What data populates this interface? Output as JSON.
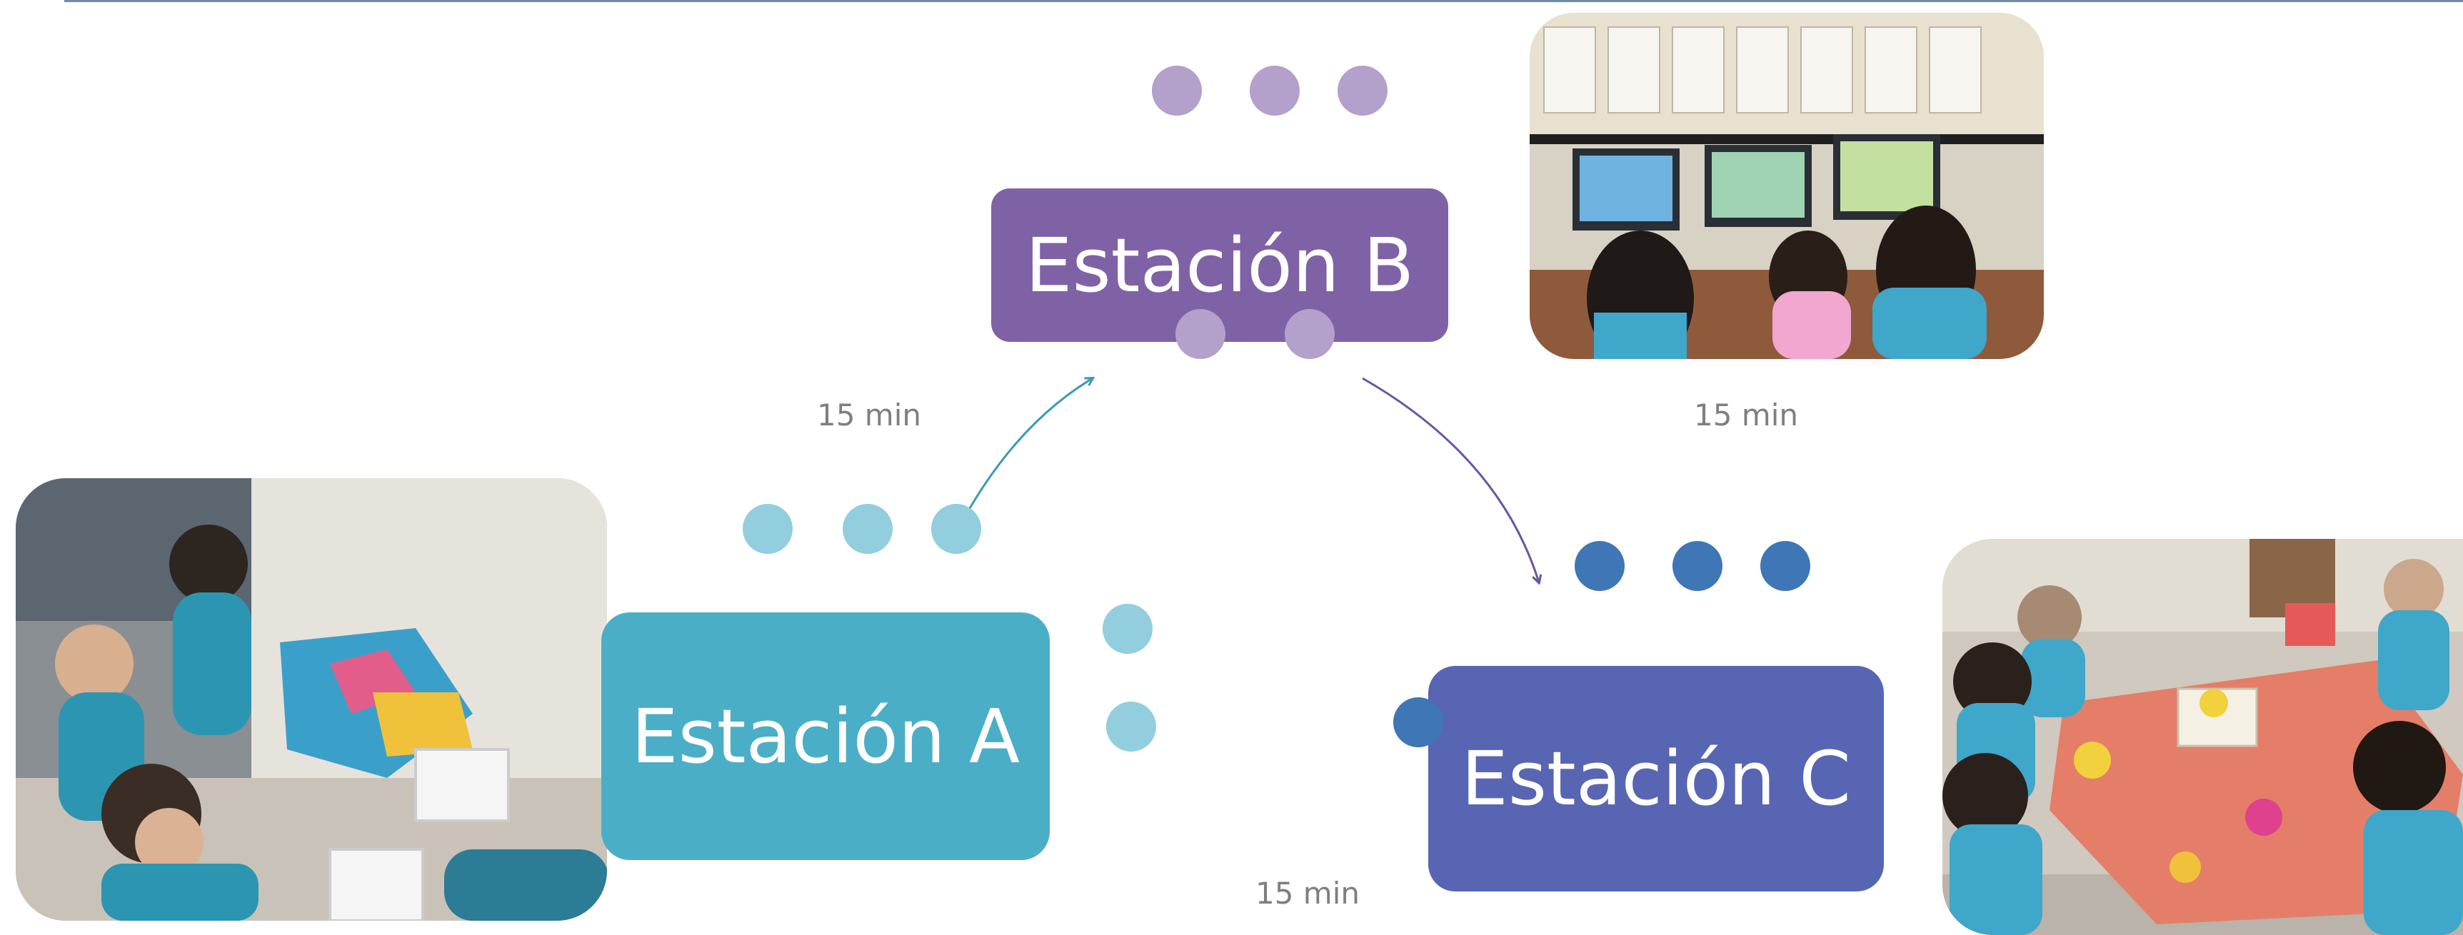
{
  "stations": {
    "a": {
      "label": "Estación A",
      "color": "#4baec7",
      "dot_color": "#92cedd"
    },
    "b": {
      "label": "Estación B",
      "color": "#7f62a5",
      "dot_color": "#b3a0cb"
    },
    "c": {
      "label": "Estación C",
      "color": "#5865b3",
      "dot_color": "#3f76b6"
    }
  },
  "transitions": {
    "a_to_b": "15 min",
    "b_to_c": "15 min",
    "c_to_a": "15 min"
  },
  "arrow_colors": {
    "a_to_b": "#3d9ab3",
    "b_to_c": "#6a55a0"
  }
}
